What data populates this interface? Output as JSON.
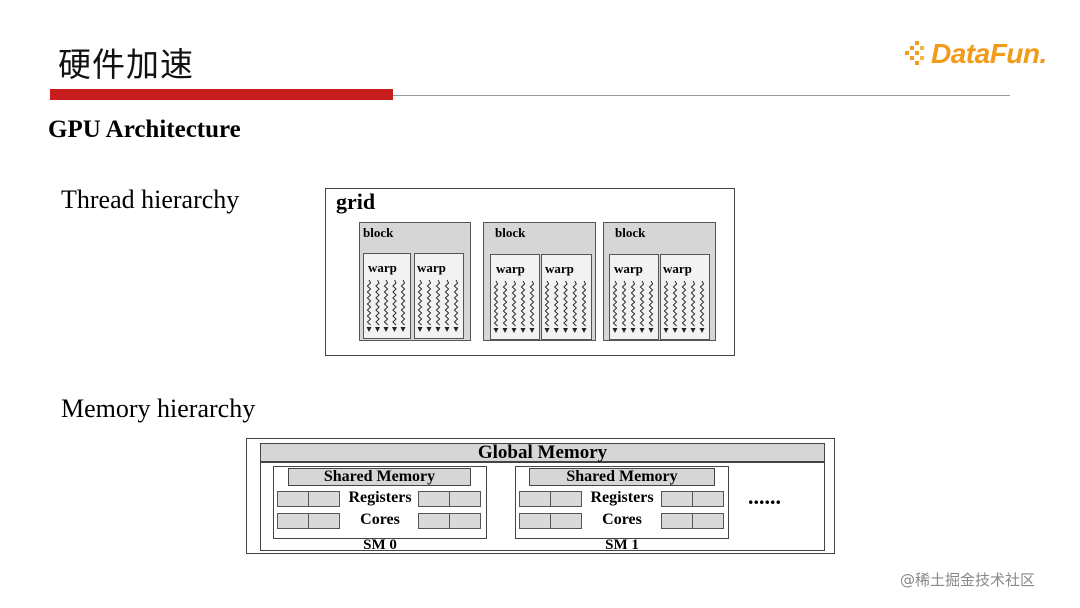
{
  "slide": {
    "title": "硬件加速",
    "heading": "GPU Architecture",
    "thread_label": "Thread hierarchy",
    "memory_label": "Memory hierarchy",
    "watermark": "@稀土掘金技术社区"
  },
  "logo": {
    "text": "DataFun.",
    "color": "#f29a1a"
  },
  "colors": {
    "accent_bar": "#c81d1d",
    "box_fill": "#d6d6d6"
  },
  "thread_diagram": {
    "grid_label": "grid",
    "blocks": [
      {
        "label": "block",
        "warps": [
          "warp",
          "warp"
        ]
      },
      {
        "label": "block",
        "warps": [
          "warp",
          "warp"
        ]
      },
      {
        "label": "block",
        "warps": [
          "warp",
          "warp"
        ]
      }
    ]
  },
  "memory_diagram": {
    "global_label": "Global Memory",
    "ellipsis": "......",
    "sms": [
      {
        "shared_label": "Shared Memory",
        "registers_label": "Registers",
        "cores_label": "Cores",
        "name": "SM 0"
      },
      {
        "shared_label": "Shared Memory",
        "registers_label": "Registers",
        "cores_label": "Cores",
        "name": "SM 1"
      }
    ]
  }
}
